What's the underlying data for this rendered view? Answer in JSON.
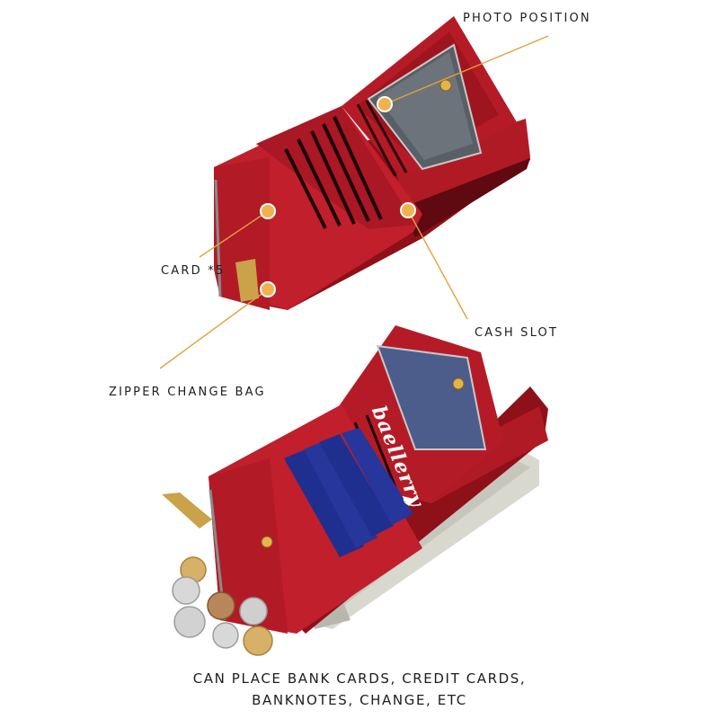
{
  "callouts": {
    "photo_position": "PHOTO POSITION",
    "card_slots": "CARD *5",
    "cash_slot": "CASH SLOT",
    "zipper_change_bag": "ZIPPER CHANGE BAG"
  },
  "caption": {
    "line1": "CAN PLACE BANK CARDS, CREDIT CARDS,",
    "line2": "BANKNOTES, CHANGE, ETC"
  },
  "photo_card": {
    "brand": "baellerry"
  },
  "colors": {
    "leather": "#a3141f",
    "leather_dark": "#6e0a12",
    "leather_light": "#c2242f",
    "callout_line": "#e0a23a",
    "card_blue": "#1f2f8f",
    "window_blue": "#4c5d8c",
    "banknote": "#d9d8cf"
  }
}
